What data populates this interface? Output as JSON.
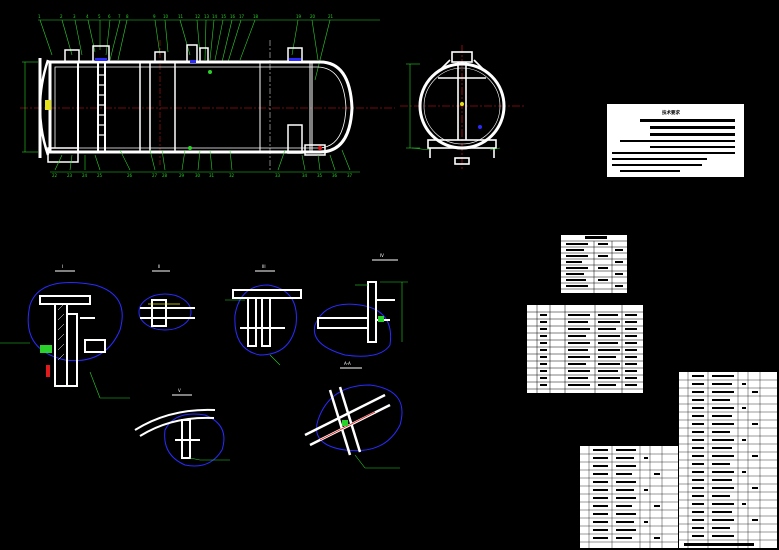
{
  "drawing": {
    "background": "#000000",
    "line_colors": {
      "outline": "#ffffff",
      "dimension": "#2bd12b",
      "centerline": "#e11b1b",
      "detail_boundary": "#2a2aff",
      "hatch": "#e2e21d"
    },
    "views": {
      "main_elevation": {
        "name": "main-elevation-view"
      },
      "end_view": {
        "name": "end-view"
      }
    },
    "details": [
      {
        "id": "I",
        "label": "I"
      },
      {
        "id": "II",
        "label": "II"
      },
      {
        "id": "III",
        "label": "III"
      },
      {
        "id": "IV",
        "label": "IV"
      },
      {
        "id": "V",
        "label": "V"
      },
      {
        "id": "VI",
        "label": "A-A"
      }
    ],
    "notes_block": {
      "title": "技术要求"
    }
  }
}
